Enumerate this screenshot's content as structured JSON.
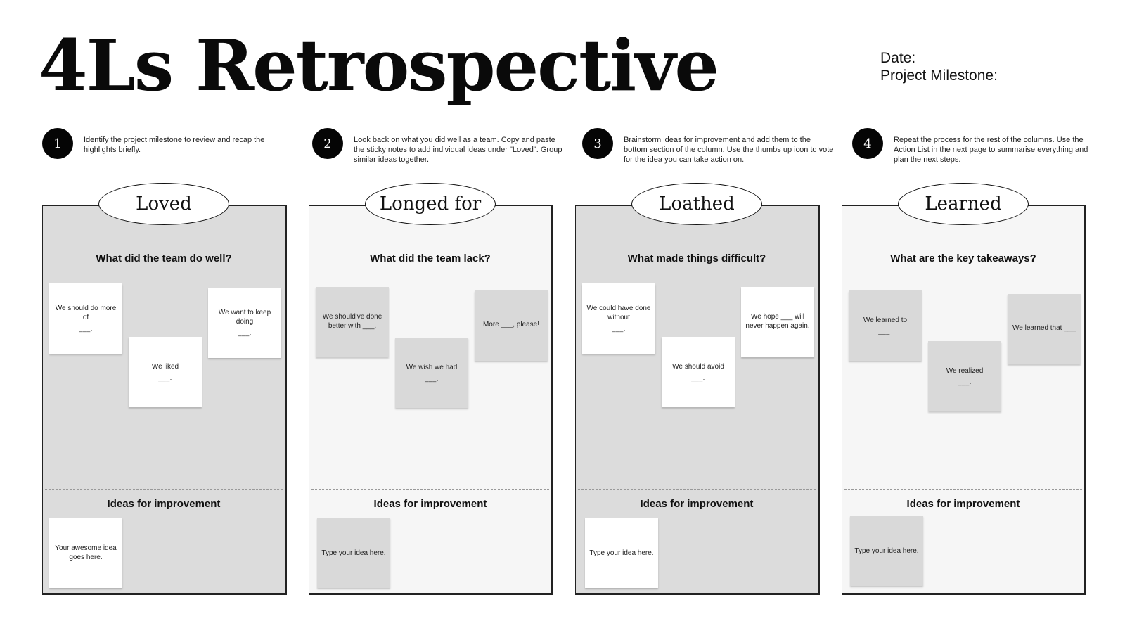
{
  "title": "4Ls Retrospective",
  "meta": {
    "date_label": "Date:",
    "milestone_label": "Project Milestone:"
  },
  "steps": [
    {
      "num": "1",
      "text": "Identify the project milestone to review and recap the highlights briefly."
    },
    {
      "num": "2",
      "text": "Look back on what you did well as a team. Copy and paste the sticky notes to add individual ideas under \"Loved\". Group similar ideas together."
    },
    {
      "num": "3",
      "text": "Brainstorm ideas for improvement and add them to the bottom section of the column. Use the thumbs up icon to vote for the idea you can take action on."
    },
    {
      "num": "4",
      "text": "Repeat the process for the rest of the columns. Use the Action List in the next page to summarise everything and plan the next steps."
    }
  ],
  "columns": [
    {
      "label": "Loved",
      "question": "What did the team do well?",
      "improve_heading": "Ideas for improvement",
      "notes": [
        {
          "text": "We should do more of",
          "blank": "___."
        },
        {
          "text": "We liked",
          "blank": "___."
        },
        {
          "text": "We want to keep doing",
          "blank": "___."
        }
      ],
      "idea_note": "Your awesome idea goes here."
    },
    {
      "label": "Longed for",
      "question": "What did the team lack?",
      "improve_heading": "Ideas for improvement",
      "notes": [
        {
          "text": "We should've done better with ___.",
          "blank": ""
        },
        {
          "text": "We wish we had",
          "blank": "___."
        },
        {
          "text": "More ___, please!",
          "blank": ""
        }
      ],
      "idea_note": "Type your idea here."
    },
    {
      "label": "Loathed",
      "question": "What made things difficult?",
      "improve_heading": "Ideas for improvement",
      "notes": [
        {
          "text": "We could have done without",
          "blank": "___."
        },
        {
          "text": "We should avoid",
          "blank": "___."
        },
        {
          "text": "We hope ___ will never happen again.",
          "blank": ""
        }
      ],
      "idea_note": "Type your idea here."
    },
    {
      "label": "Learned",
      "question": "What are the key takeaways?",
      "improve_heading": "Ideas for improvement",
      "notes": [
        {
          "text": "We learned to",
          "blank": "___."
        },
        {
          "text": "We realized",
          "blank": "___."
        },
        {
          "text": "We learned that ___",
          "blank": ""
        }
      ],
      "idea_note": "Type your idea here."
    }
  ]
}
